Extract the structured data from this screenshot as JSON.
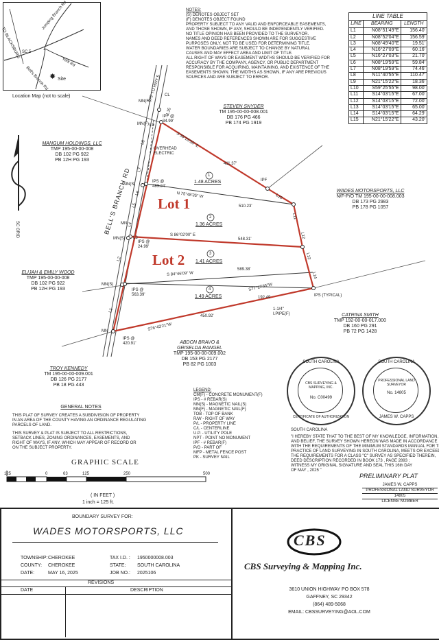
{
  "location_map": {
    "roads": [
      "TO BLACKSBURG",
      "Jumping Branch Rd",
      "SC 5",
      "Bell's Branch Rd",
      "York Rd"
    ],
    "site": "Site",
    "caption": "Location Map (not to scale)"
  },
  "notes": {
    "heading": "NOTES:",
    "lines": [
      "(S) DENOTES OBJECT SET",
      "(F) DENOTES OBJECT FOUND",
      "PROPERTY SUBJECT TO ANY VALID AND ENFORCEABLE EASEMENTS,",
      "AND THOSE SHOWN, IF ANY, SHOULD BE INDEPENDENTLY VERIFIED.",
      "NO TITLE OPINION HAS BEEN PROVIDED TO THE SURVEYOR.",
      "NAMES AND DEED REFERENCES SHOWN ARE FOR SUGGESTIVE",
      "PURPOSES ONLY, NOT TO BE USED FOR DETERMINING TITLE.",
      "WATER BOUNDARIES ARE SUBJECT TO CHANGE BY NATURAL",
      "CAUSES AND MAY EFFECT AREA AND LIMIT OF TITLE.",
      "ALL RIGHT OF WAYS OR EASEMENT WIDTHS SHOULD BE VERIFIED FOR",
      "ACCURACY BY THE COMPANY, AGENCY, OR PUBLIC DEPARTMENT",
      "RESPONSIBLE FOR ACQUIRING, MAINTAINING, AND EXISTENCE OF THE",
      "EASEMENTS SHOWN. THE WIDTHS AS SHOWN, IF ANY ARE PREVIOUS",
      "SOURCES AND ARE SUBJECT TO ERROR."
    ]
  },
  "line_table": {
    "title": "LINE TABLE",
    "headers": [
      "LINE",
      "BEARING",
      "LENGTH"
    ],
    "rows": [
      [
        "L1",
        "N08°51'49\"E",
        "156.40'"
      ],
      [
        "L2",
        "N08°52'04\"E",
        "156.59'"
      ],
      [
        "L3",
        "N08°49'40\"E",
        "19.51'"
      ],
      [
        "L4",
        "N16°27'09\"E",
        "60.16'"
      ],
      [
        "L5",
        "N16°27'03\"E",
        "21.70'"
      ],
      [
        "L6",
        "N08°19'59\"E",
        "59.84'"
      ],
      [
        "L7",
        "N08°19'59\"E",
        "74.46'"
      ],
      [
        "L8",
        "N11°40'55\"E",
        "110.47'"
      ],
      [
        "L9",
        "N21°15'22\"E",
        "18.36'"
      ],
      [
        "L10",
        "S59°25'55\"E",
        "98.00'"
      ],
      [
        "L11",
        "S14°03'15\"E",
        "67.00'"
      ],
      [
        "L12",
        "S14°03'15\"E",
        "72.00'"
      ],
      [
        "L13",
        "S14°03'15\"E",
        "65.00'"
      ],
      [
        "L14",
        "S14°03'15\"E",
        "64.29'"
      ],
      [
        "L15",
        "N21°15'22\"E",
        "43.20'"
      ]
    ]
  },
  "adjoiners": {
    "snyder": [
      "STEVEN SNYDER",
      "TM 195-00-00-008.001",
      "DB 176 PG 466",
      "PB 174 PG 1919"
    ],
    "mangum": [
      "MANGUM HOLDINGS, LLC",
      "TMP 195-00-00-008",
      "DB 102 PG 922",
      "PB 12H PG 193"
    ],
    "wades": [
      "WADES MOTORSPORTS, LLC",
      "N/F-P/O TM 195-00-00-008.003",
      "DB 173 PG 2983",
      "PB 178 PG 1057"
    ],
    "wood": [
      "ELIJAH & EMILY WOOD",
      "TMP 195-00-00-008",
      "DB 102 PG 922",
      "PB 12H PG 193"
    ],
    "smith": [
      "CATRINA SMITH",
      "TMP 192-00-00-017.000",
      "DB 160 PG 291",
      "PB 72 PG 1428"
    ],
    "bravo": [
      "ABDON BRAVO &",
      "GRISELDA RANGEL",
      "TMP 195-00-00-009.002",
      "DB 153 PG 2177",
      "PB 82 PG 1003"
    ],
    "kennedy": [
      "TROY KENNEDY",
      "TM 195-00-00-009.001",
      "DB 126 PG 2177",
      "PB 18 PG 443"
    ]
  },
  "plat": {
    "road_name": "BELL'S BRANCH RD",
    "road_note": "975' TO HWY 5",
    "cl": "CL",
    "sc_grid": "SC GRID",
    "overhead": "OVERHEAD ELECTRIC",
    "lots": [
      {
        "num": "1",
        "acres": "1.48 ACRES"
      },
      {
        "num": "2",
        "acres": "1.36 ACRES"
      },
      {
        "num": "3",
        "acres": "1.41 ACRES"
      },
      {
        "num": "4",
        "acres": "1.49 ACRES"
      }
    ],
    "lot_labels": [
      "Lot 1",
      "Lot 2"
    ],
    "calls": {
      "top": "S 59°25'55\" E",
      "top_len": "411.37'",
      "c1": "N 75°48'35\" W",
      "c1_len": "510.23'",
      "c2": "S 86°02'00\" E",
      "c2_len": "548.31'",
      "c3": "S 84°46'09\" W",
      "c3_len": "589.38'",
      "c4": "S77°17'35\"W",
      "c4_len": "192.49",
      "bottom": "S76°43'21\"W",
      "bottom_len": "450.92'"
    },
    "pins": {
      "ipf_top": "IPF @ 34.99'",
      "ips1": "IPS @ 483.24'",
      "ips2": "IPS @ 24.99'",
      "ips3": "IPS @ 563.39'",
      "ips4": "IPS @ 420.91'",
      "ipf": "IPF",
      "ipf_pipe": "1-1/4\" I.PIPE(F)",
      "ips_typ": "IPS (TYPICAL)",
      "mn": [
        "MN(F)",
        "MN(F)",
        "MN(S)",
        "MN",
        "MN(S)",
        "MN(S)",
        "MN"
      ]
    },
    "segment_labels": [
      "L15",
      "L9",
      "L8",
      "L7",
      "L6",
      "L5",
      "L4",
      "L3",
      "L2",
      "L1",
      "L10",
      "L11",
      "L12",
      "L13",
      "L14"
    ]
  },
  "legend": {
    "title": "LEGEND:",
    "items": [
      "CM(F) - CONCRETE MONUMENT(F)",
      "IPS - # REBAR(S)",
      "MN(S) - MAGNETIC NAIL(S)",
      "MN(F) - MAGNETIC NAIL(F)",
      "TOB - TOP OF BANK",
      "R/W - RIGHT OF WAY",
      "P/L - PROPERTY LINE",
      "C/L - CENTERLINE",
      "U.P. - UTILITY POLE",
      "NPT - POINT NO MONUMENT",
      "IPF - # REBAR(F)",
      "P/O - PART OF",
      "MFP - METAL FENCE POST",
      "PK - SURVEY NAIL"
    ]
  },
  "general_notes": {
    "title": "GENERAL NOTES",
    "lines": [
      "THIS PLAT OF SURVEY CREATES A SUBDIVISION OF PROPERTY",
      "IN AN AREA OF THE COUNTY HAVING AN ORDINANCE REGULATING",
      "PARCELS OF LAND.",
      "THIS SURVEY & PLAT IS SUBJECT TO ALL RESTRICTIONS,",
      "SETBACK LINES, ZONING ORDINANCES, EASEMENTS, AND",
      "RIGHT OF WAYS, IF ANY, WHICH MAY APPEAR OF RECORD OR",
      "ON THE SUBJECT PROPERTY."
    ]
  },
  "seals": [
    {
      "top": "SOUTH CAROLINA",
      "name": "CBS SURVEYING & MAPPING, INC.",
      "no": "No. C00499",
      "bottom": "CERTIFICATE OF AUTHORIZATION"
    },
    {
      "top": "SOUTH CAROLINA",
      "name": "PROFESSIONAL LAND SURVEYOR",
      "no": "No. 14805",
      "bottom": "JAMES W. CAPPS"
    }
  ],
  "certification": {
    "state": "SOUTH CAROLINA",
    "lines": [
      "\"I HEREBY STATE THAT TO THE BEST OF MY KNOWLEDGE, INFORMATION,",
      "AND BELIEF, THE SURVEY SHOWN HEREON WAS MADE IN ACCORDANCE",
      "WITH THE REQUIREMENTS OF THE MINIMUM STANDARDS MANUAL FOR THE",
      "PRACTICE OF LAND SURVEYING IN SOUTH CAROLINA, MEETS OR EXCEEDS",
      "THE REQUIREMENTS FOR A CLASS \"C\"    SURVEY  AS SPECIFIED THEREIN,",
      "DEED DESCRIPTION RECORDED IN BOOK   173  , PAGE    2893  ;",
      "WITNESS MY ORIGINAL SIGNATURE AND SEAL THIS 16th DAY",
      "OF MAY          , 2025  \""
    ],
    "preliminary": "PRELIMINARY PLAT",
    "surveyor": [
      "JAMES W. CAPPS",
      "PROFESSIONAL LAND SURVEYOR",
      "14805",
      "LICENSE NUMBER"
    ]
  },
  "scale": {
    "title": "GRAPHIC SCALE",
    "ticks": [
      "125",
      "0",
      "63",
      "125",
      "250",
      "500"
    ],
    "unit": "( IN FEET )",
    "ratio": "1 inch = 125  ft."
  },
  "title_block": {
    "for_label": "BOUNDARY SURVEY FOR:",
    "client": "WADES MOTORSPORTS, LLC",
    "fields": [
      {
        "label": "TOWNSHIP:",
        "value": "CHEROKEE"
      },
      {
        "label": "COUNTY:",
        "value": "CHEROKEE"
      },
      {
        "label": "DATE:",
        "value": "MAY 16, 2025"
      }
    ],
    "fields_right": [
      {
        "label": "TAX I.D. :",
        "value": "1950000008.003"
      },
      {
        "label": "STATE:",
        "value": "SOUTH CAROLINA"
      },
      {
        "label": "JOB NO.:",
        "value": "2025106"
      }
    ],
    "revisions": "REVISIONS",
    "date_col": "DATE",
    "desc_col": "DESCRIPTION",
    "company_logo": "CBS",
    "company_name": "CBS Surveying & Mapping Inc.",
    "address": [
      "3610 UNION HIGHWAY  PO BOX 578",
      "GAFFNEY, SC     29342",
      "(864)  489-5068",
      "EMAIL: CBSSURVEYING@AOL.COM"
    ]
  }
}
